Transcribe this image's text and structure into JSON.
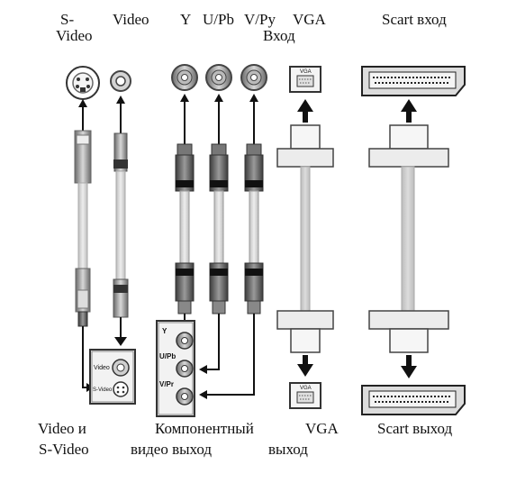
{
  "top_labels": {
    "svideo_line1": "S-",
    "svideo_line2": "Video",
    "video": "Video",
    "y": "Y",
    "upb": "U/Pb",
    "vpy": "V/Py",
    "vga_line1": "VGA",
    "vga_line2": "Вход",
    "scart_in": "Scart вход"
  },
  "bottom_labels": {
    "video_svideo_line1": "Video и",
    "video_svideo_line2": "S-Video",
    "component_line1": "Компонентный",
    "component_line2": "видео выход",
    "vga_line1": "VGA",
    "vga_line2": "выход",
    "scart_out": "Scart выход"
  },
  "port_labels": {
    "video_port": "Video",
    "svideo_port": "S-Video",
    "comp_y": "Y",
    "comp_upb": "U/Pb",
    "comp_vpr": "V/Pr",
    "vga_top": "VGA",
    "vga_bottom": "VGA"
  },
  "colors": {
    "line": "#111111",
    "cable_gray": "#c8c8c8",
    "plug_dark": "#444444",
    "light_body": "#e8e8e8"
  }
}
